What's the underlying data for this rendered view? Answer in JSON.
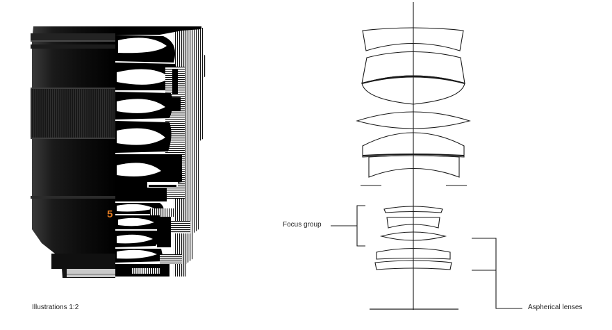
{
  "caption": "Illustrations 1:2",
  "focal_mark": "5",
  "labels": {
    "focus_group": "Focus group",
    "aspherical": "Aspherical lenses"
  },
  "colors": {
    "barrel": "#111111",
    "barrel_band": "#2a2a2a",
    "accent_orange": "#e07a22",
    "line": "#1a1a1a",
    "mount_silver": "#c9c9c9"
  }
}
